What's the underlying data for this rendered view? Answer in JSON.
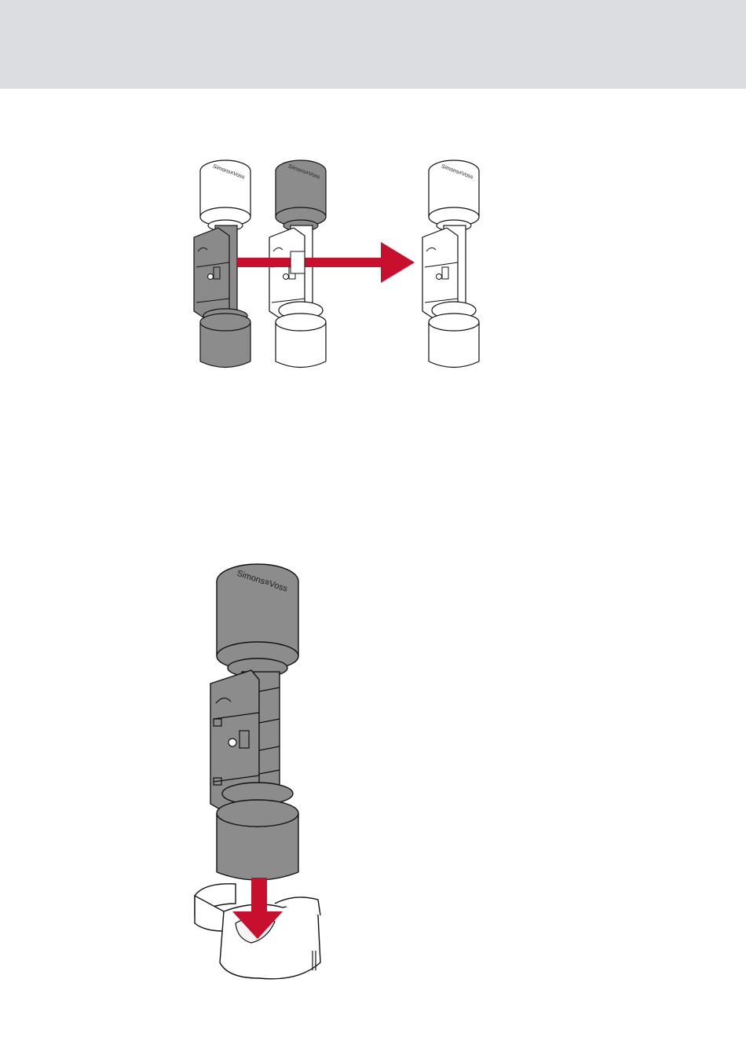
{
  "header": {
    "band_color": "#dcdde1"
  },
  "figure_top": {
    "arrow_color": "#c8102e",
    "cylinders": [
      {
        "knob_top_label": "Simons≡Voss",
        "top_color": "#ffffff",
        "body_color": "#8a8a8a",
        "bottom_color": "#8c8c8c"
      },
      {
        "knob_top_label": "Simons≡Voss",
        "top_color": "#8c8c8c",
        "body_color": "#ffffff",
        "bottom_color": "#ffffff"
      },
      {
        "knob_top_label": "Simons≡Voss",
        "top_color": "#ffffff",
        "body_color": "#ffffff",
        "bottom_color": "#ffffff"
      }
    ]
  },
  "figure_bottom": {
    "knob_top_label": "Simons≡Voss",
    "cylinder_color": "#8c8c8c",
    "arrow_color": "#c8102e",
    "tool_color": "#ffffff"
  }
}
